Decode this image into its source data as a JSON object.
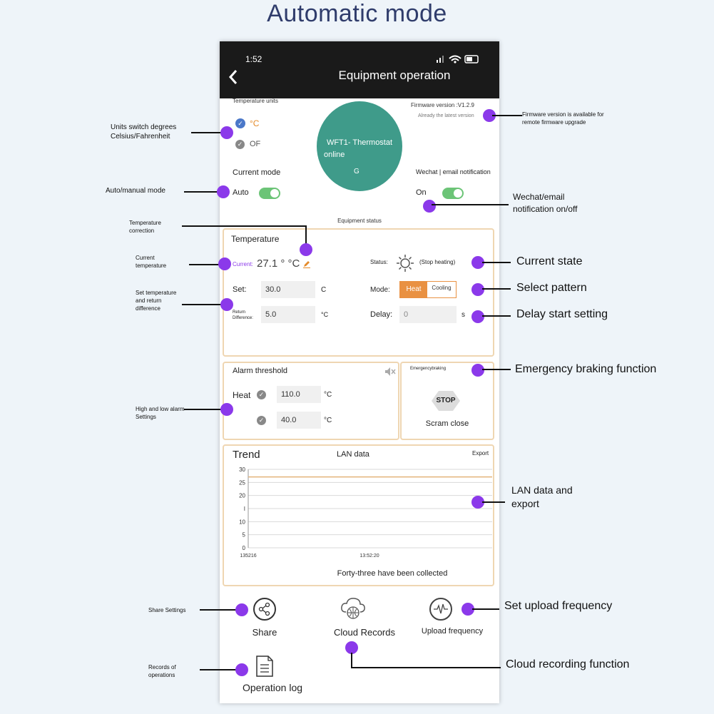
{
  "title": "Automatic mode",
  "phone": {
    "time": "1:52",
    "header_title": "Equipment operation",
    "temp_units_label": "Temperature units",
    "celsius": "°C",
    "fahrenheit": "OF",
    "thermostat_line1": "WFT1- Thermostat",
    "thermostat_line2": "online",
    "thermostat_line3": "G",
    "firmware_label": "Firmware version :V1.2.9",
    "firmware_note": "Already the latest version",
    "current_mode_label": "Current mode",
    "current_mode_value": "Auto",
    "wechat_label": "Wechat | email notification",
    "wechat_value": "On",
    "equipment_status": "Equipment status",
    "temperature_title": "Temperature",
    "current_label": "Current:",
    "current_value": "27.1 ° °C",
    "status_label": "Status:",
    "status_value": "(Stop heating)",
    "set_label": "Set:",
    "set_value": "30.0",
    "set_unit": "C",
    "mode_label": "Mode:",
    "mode_heat": "Heat",
    "mode_cooling": "Cooling",
    "return_label": "Return Difference:",
    "return_value": "5.0",
    "return_unit": "°C",
    "delay_label": "Delay:",
    "delay_value": "0",
    "delay_unit": "s",
    "alarm_title": "Alarm threshold",
    "heat_label": "Heat",
    "alarm_high": "110.0",
    "alarm_low": "40.0",
    "alarm_unit": "°C",
    "emergency_label": "Emergencybraking",
    "stop_label": "STOP",
    "scram_label": "Scram close",
    "trend_title": "Trend",
    "lan_data": "LAN data",
    "export": "Export",
    "collected": "Forty-three have been collected",
    "share": "Share",
    "cloud_records": "Cloud Records",
    "upload_frequency": "Upload frequency",
    "operation_log": "Operation log"
  },
  "chart_data": {
    "type": "line",
    "yticks": [
      "30",
      "25",
      "20",
      "I",
      "10",
      "5",
      "0"
    ],
    "xticks": [
      "135216",
      "13:52:20"
    ],
    "ylim": [
      0,
      30
    ],
    "x": [
      "135216",
      "13:52:20"
    ],
    "series": [
      {
        "values": [
          27.1,
          27.1
        ]
      }
    ]
  },
  "annotations": {
    "units_switch": "Units switch degrees Celsius/Fahrenheit",
    "auto_manual": "Auto/manual mode",
    "temp_correction": "Temperature correction",
    "current_temp": "Current temperature",
    "set_temp": "Set temperature and return difference",
    "high_low": "High and low alarm Settings",
    "share_settings": "Share Settings",
    "records_ops": "Records of operations",
    "firmware": "Firmware version is available for remote firmware upgrade",
    "wechat_onoff": "Wechat/email notification on/off",
    "current_state": "Current state",
    "select_pattern": "Select pattern",
    "delay_start": "Delay start setting",
    "emergency_fn": "Emergency braking function",
    "lan_export": "LAN data and export",
    "upload_freq": "Set upload frequency",
    "cloud_fn": "Cloud recording function"
  },
  "colors": {
    "accent": "#8b39ea",
    "toggle": "#6cc477",
    "thermostat": "#3f9b8a",
    "heat": "#e99142"
  }
}
